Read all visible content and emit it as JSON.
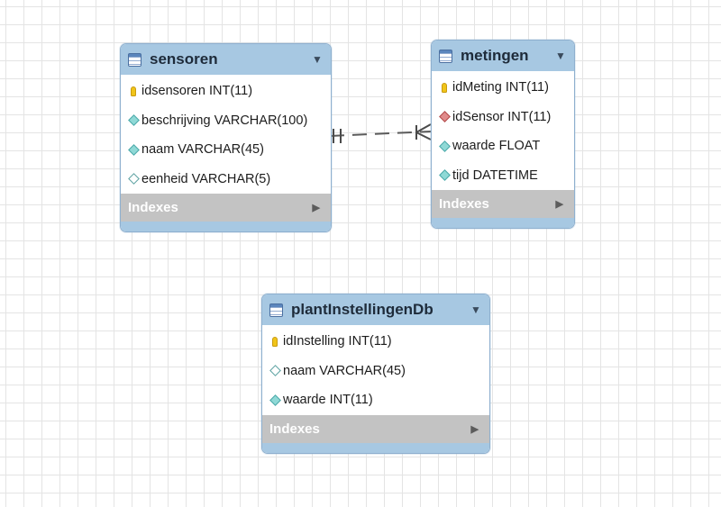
{
  "tables": {
    "sensoren": {
      "name": "sensoren",
      "columns": [
        {
          "text": "idsensoren INT(11)",
          "kind": "pk"
        },
        {
          "text": "beschrijving VARCHAR(100)",
          "kind": "col"
        },
        {
          "text": "naam VARCHAR(45)",
          "kind": "col"
        },
        {
          "text": "eenheid VARCHAR(5)",
          "kind": "col-nullable"
        }
      ],
      "indexes_label": "Indexes"
    },
    "metingen": {
      "name": "metingen",
      "columns": [
        {
          "text": "idMeting INT(11)",
          "kind": "pk"
        },
        {
          "text": "idSensor INT(11)",
          "kind": "fk"
        },
        {
          "text": "waarde FLOAT",
          "kind": "col"
        },
        {
          "text": "tijd DATETIME",
          "kind": "col"
        }
      ],
      "indexes_label": "Indexes"
    },
    "plant": {
      "name": "plantInstellingenDb",
      "columns": [
        {
          "text": "idInstelling INT(11)",
          "kind": "pk"
        },
        {
          "text": "naam VARCHAR(45)",
          "kind": "col-nullable"
        },
        {
          "text": "waarde INT(11)",
          "kind": "col"
        }
      ],
      "indexes_label": "Indexes"
    }
  },
  "relationship": {
    "from": "sensoren",
    "to": "metingen",
    "cardinality": "one-to-many",
    "style": "dashed"
  },
  "colors": {
    "header": "#a7c8e2",
    "indexes": "#c3c3c3",
    "grid": "#e4e4e4",
    "pk": "#f0c419",
    "fk": "#e08a8a",
    "column": "#8fd9d6"
  },
  "icons": {
    "table": "table-icon",
    "toggle": "collapse-triangle-icon",
    "indexes": "expand-arrow-icon",
    "pk": "key-icon",
    "fk": "red-diamond-icon",
    "column": "teal-diamond-icon",
    "nullable": "hollow-diamond-icon"
  }
}
